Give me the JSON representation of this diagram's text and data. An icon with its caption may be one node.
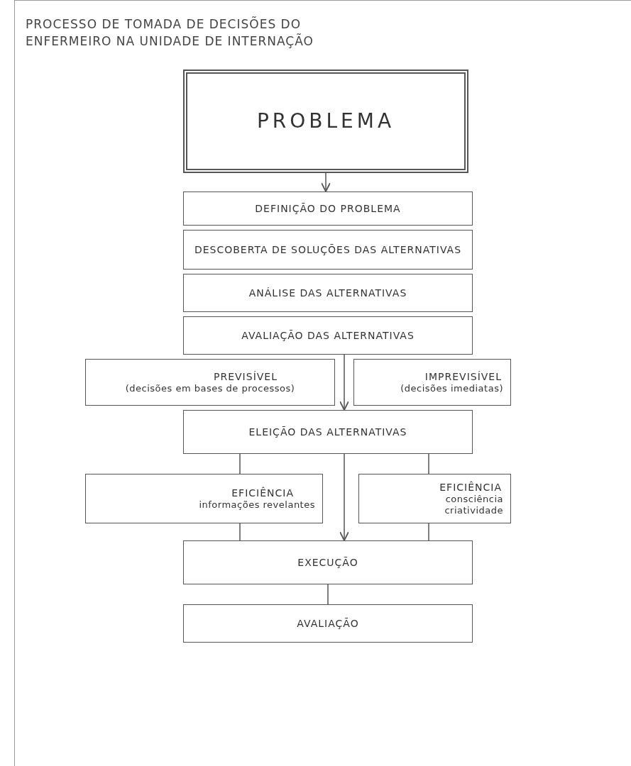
{
  "diagram": {
    "title": "PROCESSO DE TOMADA DE DECISÕES DO ENFERMEIRO NA UNIDADE DE INTERNAÇÃO",
    "nodes": [
      {
        "text": [
          "PROBLEMA"
        ]
      },
      {
        "text": [
          "DEFINIÇÃO DO PROBLEMA"
        ]
      },
      {
        "text": [
          "DESCOBERTA DE SOLUÇÕES DAS ALTERNATIVAS"
        ]
      },
      {
        "text": [
          "ANÁLISE DAS ALTERNATIVAS"
        ]
      },
      {
        "text": [
          "AVALIAÇÃO DAS ALTERNATIVAS"
        ]
      },
      {
        "text": [
          "PREVISÍVEL",
          "(decisões em bases de processos)"
        ]
      },
      {
        "text": [
          "IMPREVISÍVEL",
          "(decisões imediatas)"
        ]
      },
      {
        "text": [
          "ELEIÇÃO DAS ALTERNATIVAS"
        ]
      },
      {
        "text": [
          "EFICIÊNCIA",
          "informações revelantes"
        ]
      },
      {
        "text": [
          "EFICIÊNCIA",
          "consciência",
          "criatividade"
        ]
      },
      {
        "text": [
          "EXECUÇÃO"
        ]
      },
      {
        "text": [
          "AVALIAÇÃO"
        ]
      }
    ],
    "edges": [
      {
        "from": 0,
        "to": 1,
        "arrow": "to"
      },
      {
        "from": 4,
        "to": 7,
        "arrow": "to"
      },
      {
        "from": 7,
        "to": 8,
        "arrow": "none"
      },
      {
        "from": 7,
        "to": 9,
        "arrow": "none"
      },
      {
        "from": 7,
        "to": 10,
        "arrow": "to"
      },
      {
        "from": 8,
        "to": 10,
        "arrow": "none"
      },
      {
        "from": 9,
        "to": 10,
        "arrow": "none"
      },
      {
        "from": 10,
        "to": 11,
        "arrow": "none"
      }
    ]
  }
}
